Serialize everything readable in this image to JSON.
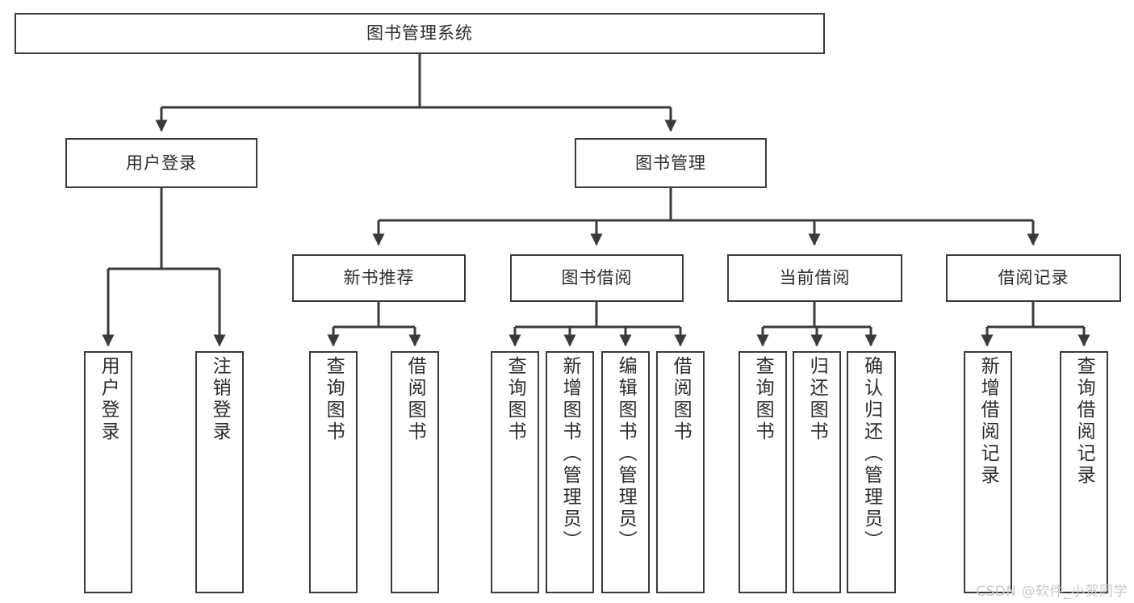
{
  "diagram": {
    "title": "图书管理系统",
    "type": "tree",
    "colors": {
      "box_border": "#3a3a3a",
      "box_fill": "#ffffff",
      "edge": "#3a3a3a",
      "text": "#2b2b2b",
      "watermark": "#c9c9c9",
      "background": "#ffffff"
    },
    "root": {
      "label": "图书管理系统"
    },
    "level1": [
      {
        "label": "用户登录"
      },
      {
        "label": "图书管理"
      }
    ],
    "level2": [
      {
        "label": "新书推荐"
      },
      {
        "label": "图书借阅"
      },
      {
        "label": "当前借阅"
      },
      {
        "label": "借阅记录"
      }
    ],
    "leaves": {
      "user_login": [
        {
          "label": "用户登录"
        },
        {
          "label": "注销登录"
        }
      ],
      "new_book_recommend": [
        {
          "label": "查询图书"
        },
        {
          "label": "借阅图书"
        }
      ],
      "book_borrow": [
        {
          "label": "查询图书"
        },
        {
          "label": "新增图书（管理员）"
        },
        {
          "label": "编辑图书（管理员）"
        },
        {
          "label": "借阅图书"
        }
      ],
      "current_borrow": [
        {
          "label": "查询图书"
        },
        {
          "label": "归还图书"
        },
        {
          "label": "确认归还（管理员）"
        }
      ],
      "borrow_record": [
        {
          "label": "新增借阅记录"
        },
        {
          "label": "查询借阅记录"
        }
      ]
    }
  },
  "watermark": {
    "text": "CSDN @软件_小贺同学"
  }
}
